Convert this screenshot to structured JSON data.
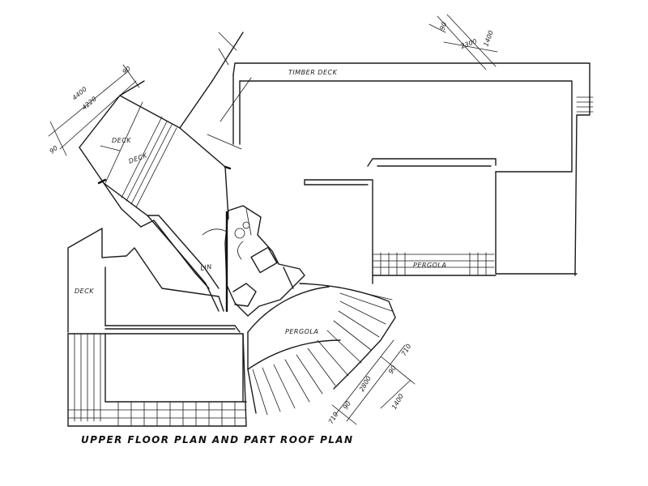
{
  "caption": "UPPER FLOOR PLAN AND PART ROOF PLAN",
  "labels": {
    "timber_deck": "TIMBER DECK",
    "deck_upper": "DECK",
    "deck_main": "DECK",
    "deck_left": "DECK",
    "pergola_right": "PERGOLA",
    "pergola_curved": "PERGOLA",
    "linen": "LIN"
  },
  "dimensions": {
    "deck_outer": "4400",
    "deck_inner": "4220",
    "deck_side_90_top": "90",
    "deck_side_90_bottom": "90",
    "timber_top_90": "90",
    "timber_top_1400": "1400",
    "timber_top_2300": "2300",
    "pergola_710_top": "710",
    "pergola_90_top": "90",
    "pergola_2800": "2800",
    "pergola_90_bottom": "90",
    "pergola_710_bottom": "710",
    "pergola_1400": "1400"
  }
}
